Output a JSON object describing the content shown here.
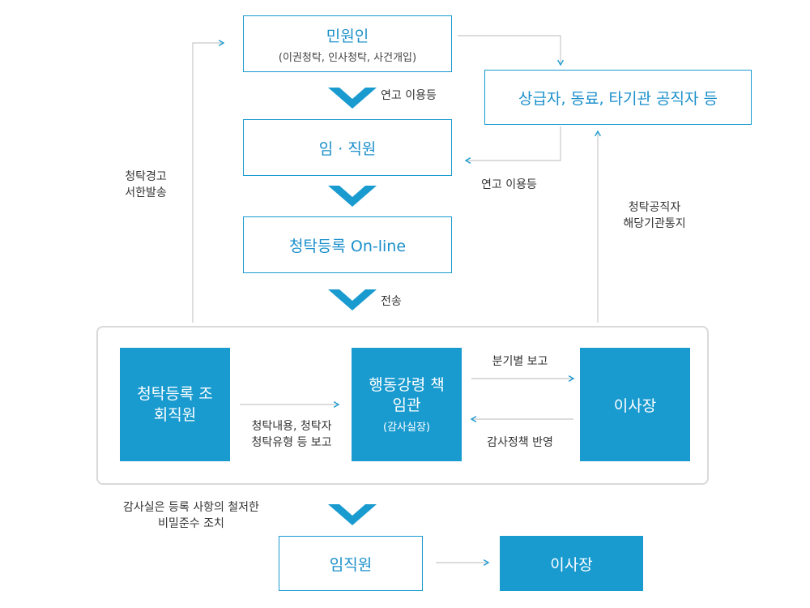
{
  "nodes": {
    "petitioner": {
      "title": "민원인",
      "subtitle": "(이권청탁, 인사청탁, 사건개입)"
    },
    "superior": {
      "title": "상급자, 동료, 타기관 공직자 등"
    },
    "staff": {
      "title": "임 · 직원"
    },
    "online": {
      "title": "청탁등록 On-line"
    },
    "registrar": {
      "title": "청탁등록 조회직원"
    },
    "officer": {
      "title": "행동강령 책임관",
      "subtitle": "(감사실장)"
    },
    "chairman": {
      "title": "이사장"
    },
    "employees": {
      "title": "임직원"
    },
    "chairman2": {
      "title": "이사장"
    }
  },
  "labels": {
    "connection1": "연고 이용등",
    "connection2": "연고 이용등",
    "warning_l1": "청탁경고",
    "warning_l2": "서한발송",
    "notify_l1": "청탁공직자",
    "notify_l2": "해당기관통지",
    "transmit": "전송",
    "report_l1": "청탁내용, 청탁자",
    "report_l2": "청탁유형 등 보고",
    "quarterly": "분기별 보고",
    "reflect": "감사정책 반영",
    "secrecy_l1": "감사실은 등록 사항의 철저한",
    "secrecy_l2": "비밀준수 조치"
  },
  "colors": {
    "accent": "#1a9bd0",
    "line": "#c8c8c8",
    "group_border": "#d9d9d9"
  }
}
